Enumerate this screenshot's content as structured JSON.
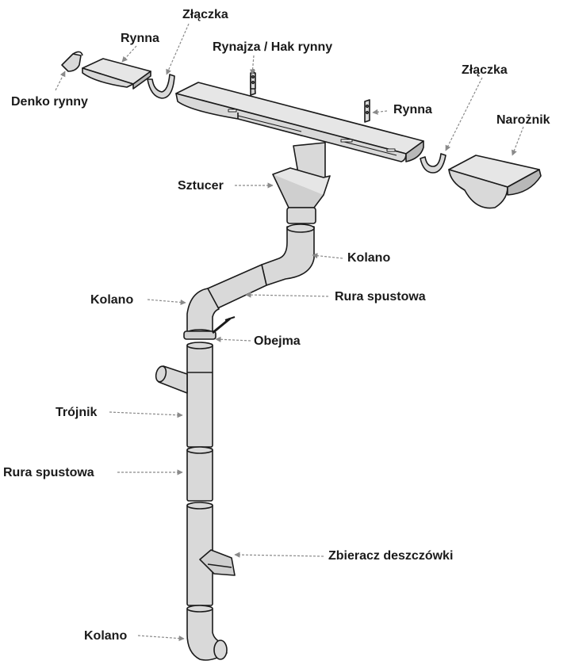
{
  "labels": {
    "denko": "Denko rynny",
    "rynna_left": "Rynna",
    "zlaczka_left": "Złączka",
    "hak": "Rynajza / Hak rynny",
    "rynna_right": "Rynna",
    "zlaczka_right": "Złączka",
    "naroznik": "Narożnik",
    "sztucer": "Sztucer",
    "kolano_upper": "Kolano",
    "kolano_middle": "Kolano",
    "rura_upper": "Rura spustowa",
    "obejma": "Obejma",
    "trojnik": "Trójnik",
    "rura_lower": "Rura spustowa",
    "zbieracz": "Zbieracz deszczówki",
    "kolano_bottom": "Kolano"
  },
  "colors": {
    "fill": "#d9d9d9",
    "fill_dark": "#b8b8b8",
    "stroke": "#1a1a1a",
    "leader": "#8a8a8a"
  }
}
